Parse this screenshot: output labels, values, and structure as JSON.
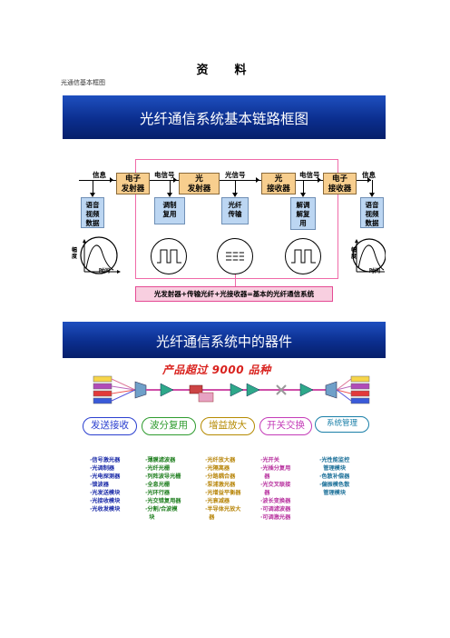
{
  "page": {
    "title": "资　料",
    "subtitle": "光通信基本框图"
  },
  "panel1": {
    "title": "光纤通信系统基本链路框图",
    "signal_labels": [
      "信息",
      "电信号",
      "光信号",
      "电信号",
      "信息"
    ],
    "blocks": [
      {
        "label": "电子\n发射器"
      },
      {
        "label": "光\n发射器"
      },
      {
        "label": "光\n接收器"
      },
      {
        "label": "电子\n接收器"
      }
    ],
    "sub_blocks": [
      {
        "label": "语音\n视频\n数据"
      },
      {
        "label": "调制\n复用"
      },
      {
        "label": "光纤\n传输"
      },
      {
        "label": "解调\n解复\n用"
      },
      {
        "label": "语音\n视频\n数据"
      }
    ],
    "axis_y_label": "幅\n度",
    "axis_x_label": "时间",
    "bottom_text": "光发射器+传输光纤+光接收器=基本的光纤通信系统"
  },
  "panel2": {
    "title": "光纤通信系统中的器件",
    "tagline": "产品超过 9000 品种",
    "categories": [
      {
        "label": "发送接收",
        "color": "#2a3fcf"
      },
      {
        "label": "波分复用",
        "color": "#2e9b2e"
      },
      {
        "label": "增益放大",
        "color": "#b58a00"
      },
      {
        "label": "开关交换",
        "color": "#c43bb8"
      },
      {
        "label": "系统管理",
        "color": "#1a7fa8"
      }
    ],
    "columns": [
      {
        "color": "#1a2aa8",
        "text": "·信号激光器\n·光调制器\n·光电探测器\n·锁波器\n·光发送模块\n·光接收模块\n·光收发模块"
      },
      {
        "color": "#1f7f1f",
        "text": "·薄膜滤波器\n·光纤光栅\n·列阵波导光栅\n·全息光栅\n·光环行器\n·光交错复用器\n·分割/合波模\n  块"
      },
      {
        "color": "#b8860b",
        "text": "·光纤放大器\n·光隔离器\n·分路耦合器\n·泵浦激光器\n·光增益平衡器\n·光衰减器\n·半导体光放大\n  器"
      },
      {
        "color": "#b8329f",
        "text": "·光开关\n·光插分复用\n  器\n·光交叉联接\n  器\n·波长变换器\n·可调滤波器\n·可调激光器"
      },
      {
        "color": "#1a6f98",
        "text": "·光性能监控\n  管理模块\n·色散补偿器\n·偏振模色散\n  管理模块"
      }
    ]
  }
}
